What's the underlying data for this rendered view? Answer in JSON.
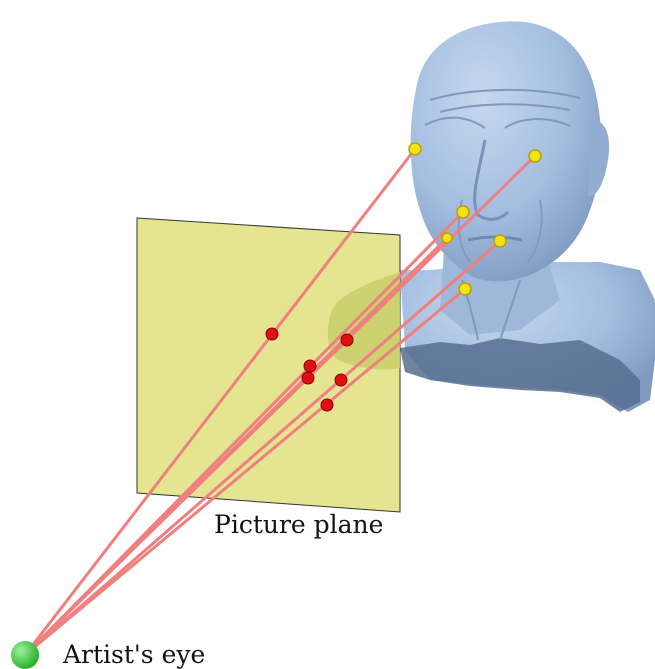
{
  "labels": {
    "picture_plane": "Picture plane",
    "artists_eye": "Artist's eye"
  },
  "colors": {
    "background": "#ffffff",
    "sculpture": "#a9c2e2",
    "sculpture_shadow": "#7f9ac0",
    "picture_plane": "#dede72",
    "sight_line": "#f07f7f",
    "face_point": "#f2e218",
    "projected_point": "#e01010",
    "eye": "#3dd23d"
  },
  "objects": {
    "sculpture": "bust of an elderly man",
    "face_points_count": 6,
    "projected_points_count": 6
  }
}
